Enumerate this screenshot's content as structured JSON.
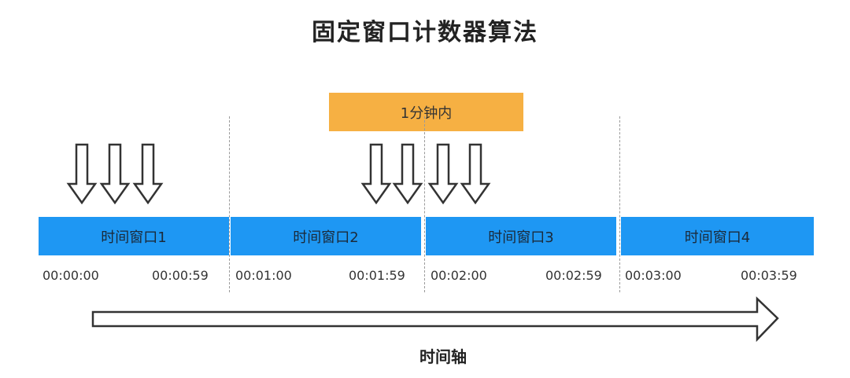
{
  "title": "固定窗口计数器算法",
  "highlight_label": "1分钟内",
  "windows": [
    {
      "label": "时间窗口1",
      "start": "00:00:00",
      "end": "00:00:59"
    },
    {
      "label": "时间窗口2",
      "start": "00:01:00",
      "end": "00:01:59"
    },
    {
      "label": "时间窗口3",
      "start": "00:02:00",
      "end": "00:02:59"
    },
    {
      "label": "时间窗口4",
      "start": "00:03:00",
      "end": "00:03:59"
    }
  ],
  "axis_label": "时间轴",
  "colors": {
    "window": "#1e97f3",
    "highlight": "#f6b043",
    "divider": "#9a9a9a"
  }
}
